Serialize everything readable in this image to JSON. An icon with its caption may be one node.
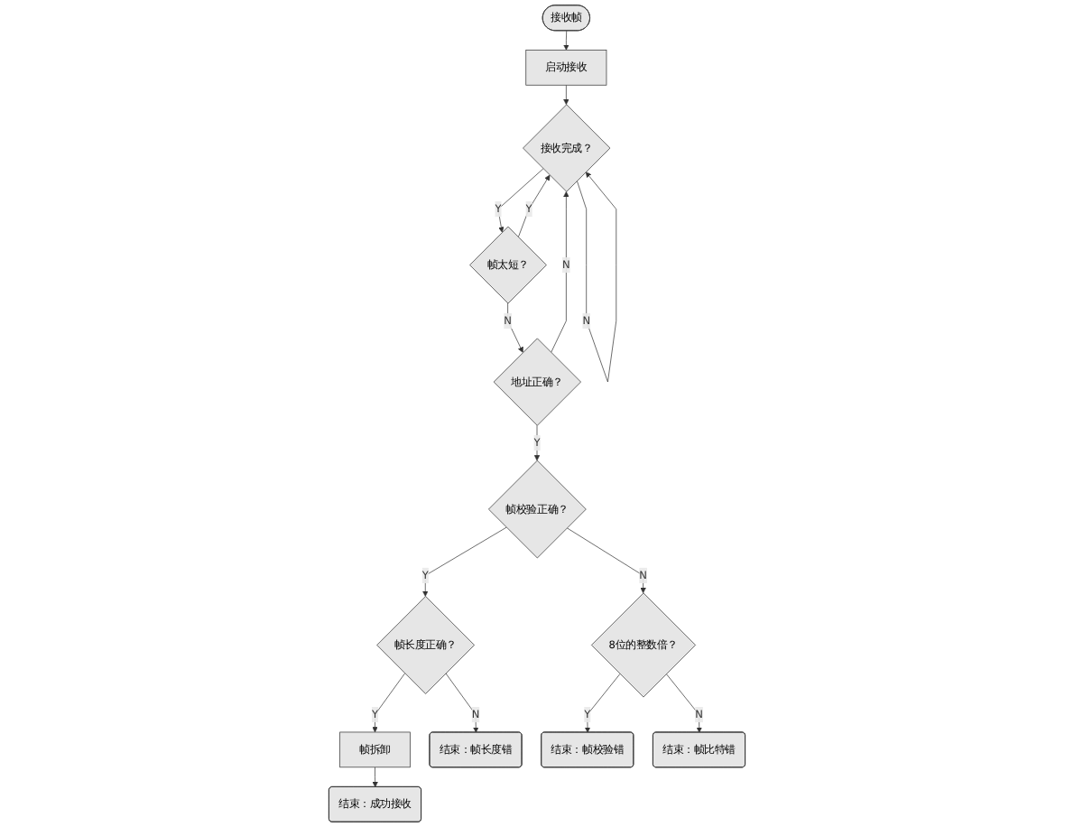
{
  "diagram": {
    "nodes": [
      {
        "text": [
          "接收帧"
        ]
      },
      {
        "text": [
          "启动接收"
        ]
      },
      {
        "text": [
          "接收完成？"
        ]
      },
      {
        "text": [
          "帧太短？"
        ]
      },
      {
        "text": [
          "地址正确？"
        ]
      },
      {
        "text": [
          "帧校验正确？"
        ]
      },
      {
        "text": [
          "帧长度正确？"
        ]
      },
      {
        "text": [
          "8位的整数倍？"
        ]
      },
      {
        "text": [
          "帧拆卸"
        ]
      },
      {
        "text": [
          "结束：成功接收"
        ]
      },
      {
        "text": [
          "结束：帧长度错"
        ]
      },
      {
        "text": [
          "结束：帧校验错"
        ]
      },
      {
        "text": [
          "结束：帧比特错"
        ]
      }
    ],
    "edges": [
      {
        "from": 0,
        "to": 1,
        "arrow": "to"
      },
      {
        "from": 1,
        "to": 2,
        "arrow": "to"
      },
      {
        "from": 2,
        "to": 2,
        "arrow": "to",
        "label": "N"
      },
      {
        "from": 2,
        "to": 3,
        "arrow": "to",
        "label": "Y"
      },
      {
        "from": 3,
        "to": 2,
        "arrow": "to",
        "label": "Y"
      },
      {
        "from": 3,
        "to": 4,
        "arrow": "to",
        "label": "N"
      },
      {
        "from": 4,
        "to": 2,
        "arrow": "to",
        "label": "N"
      },
      {
        "from": 4,
        "to": 5,
        "arrow": "to",
        "label": "Y"
      },
      {
        "from": 5,
        "to": 6,
        "arrow": "to",
        "label": "Y"
      },
      {
        "from": 5,
        "to": 7,
        "arrow": "to",
        "label": "N"
      },
      {
        "from": 6,
        "to": 8,
        "arrow": "to",
        "label": "Y"
      },
      {
        "from": 6,
        "to": 10,
        "arrow": "to",
        "label": "N"
      },
      {
        "from": 7,
        "to": 11,
        "arrow": "to",
        "label": "Y"
      },
      {
        "from": 7,
        "to": 12,
        "arrow": "to",
        "label": "N"
      },
      {
        "from": 8,
        "to": 9,
        "arrow": "to"
      }
    ]
  }
}
